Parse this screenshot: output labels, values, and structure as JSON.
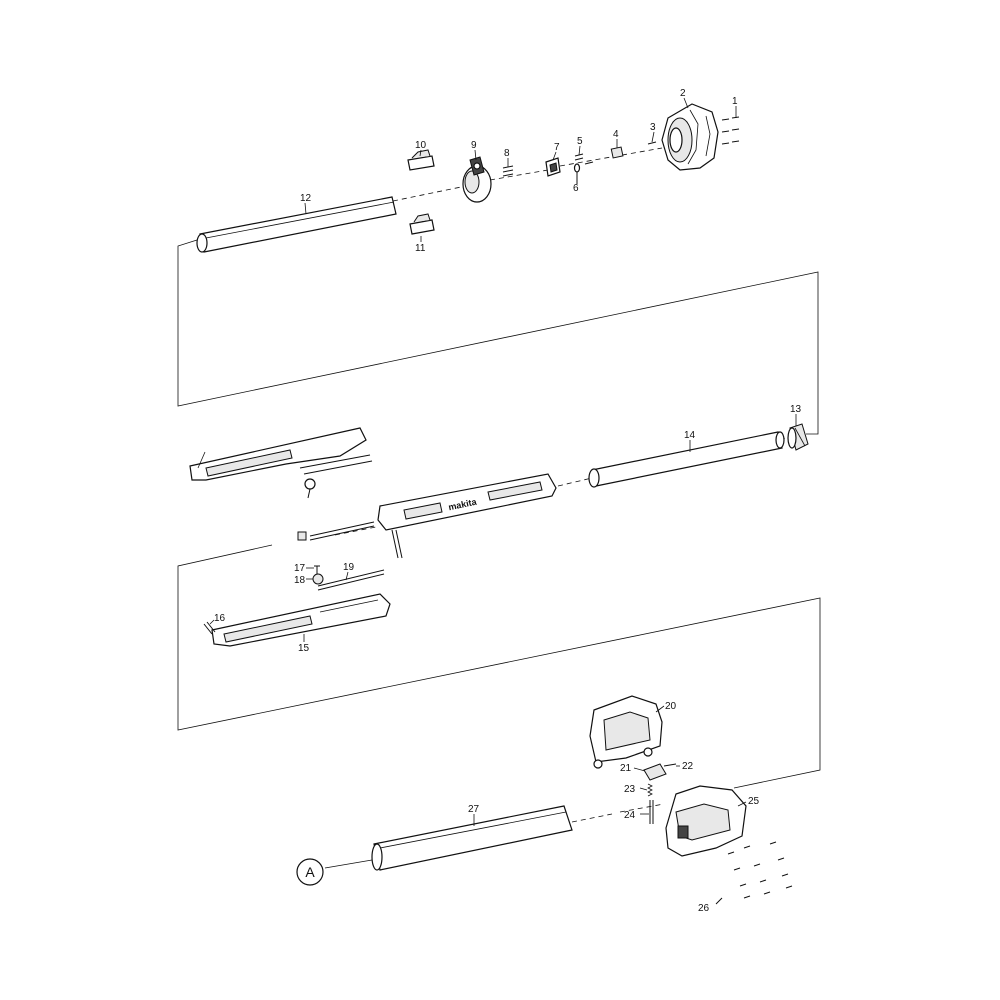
{
  "callouts": [
    "1",
    "2",
    "3",
    "4",
    "5",
    "6",
    "7",
    "8",
    "9",
    "10",
    "11",
    "12",
    "13",
    "14",
    "15",
    "16",
    "17",
    "18",
    "19",
    "20",
    "21",
    "22",
    "23",
    "24",
    "25",
    "26",
    "27"
  ],
  "reference_marker": "A",
  "brand_text": "makita",
  "colors": {
    "line": "#111111",
    "background": "#ffffff",
    "shade": "#e8e8e8"
  }
}
